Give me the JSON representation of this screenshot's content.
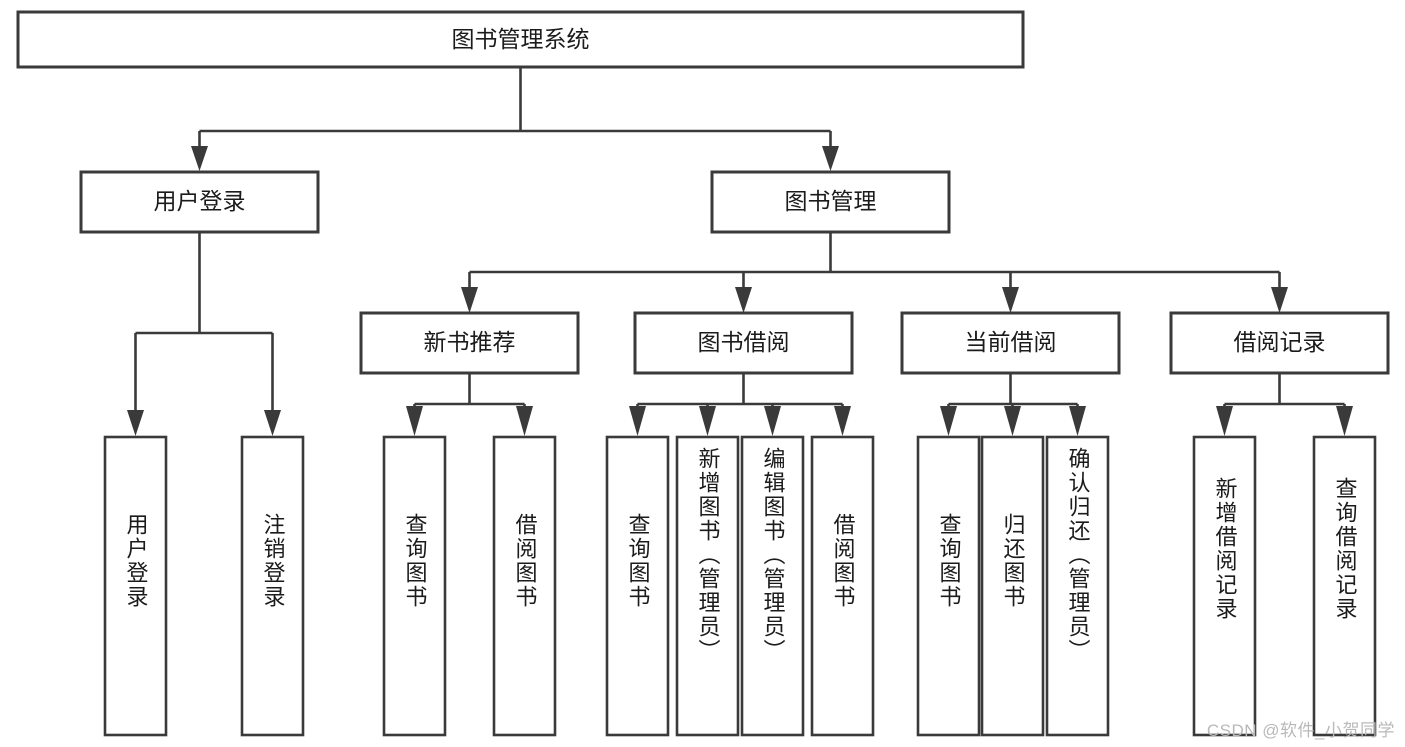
{
  "diagram": {
    "title": "图书管理系统",
    "type": "hierarchy-tree",
    "root": {
      "label": "图书管理系统"
    },
    "level1": [
      {
        "label": "用户登录"
      },
      {
        "label": "图书管理"
      }
    ],
    "level2": [
      {
        "label": "新书推荐",
        "parent": "图书管理"
      },
      {
        "label": "图书借阅",
        "parent": "图书管理"
      },
      {
        "label": "当前借阅",
        "parent": "图书管理"
      },
      {
        "label": "借阅记录",
        "parent": "图书管理"
      }
    ],
    "leaves": {
      "user_login": [
        {
          "label": "用户登录"
        },
        {
          "label": "注销登录"
        }
      ],
      "new_book_recommend": [
        {
          "label": "查询图书"
        },
        {
          "label": "借阅图书"
        }
      ],
      "book_borrow": [
        {
          "label": "查询图书"
        },
        {
          "label": "新增图书（管理员）"
        },
        {
          "label": "编辑图书（管理员）"
        },
        {
          "label": "借阅图书"
        }
      ],
      "current_borrow": [
        {
          "label": "查询图书"
        },
        {
          "label": "归还图书"
        },
        {
          "label": "确认归还（管理员）"
        }
      ],
      "borrow_record": [
        {
          "label": "新增借阅记录"
        },
        {
          "label": "查询借阅记录"
        }
      ]
    }
  },
  "watermark": {
    "text": "CSDN @软件_小贺同学"
  },
  "colors": {
    "stroke": "#3a3a3a",
    "box_fill": "#ffffff",
    "text": "#1b1b1b",
    "background": "#ffffff",
    "watermark": "#b9b9b9"
  }
}
